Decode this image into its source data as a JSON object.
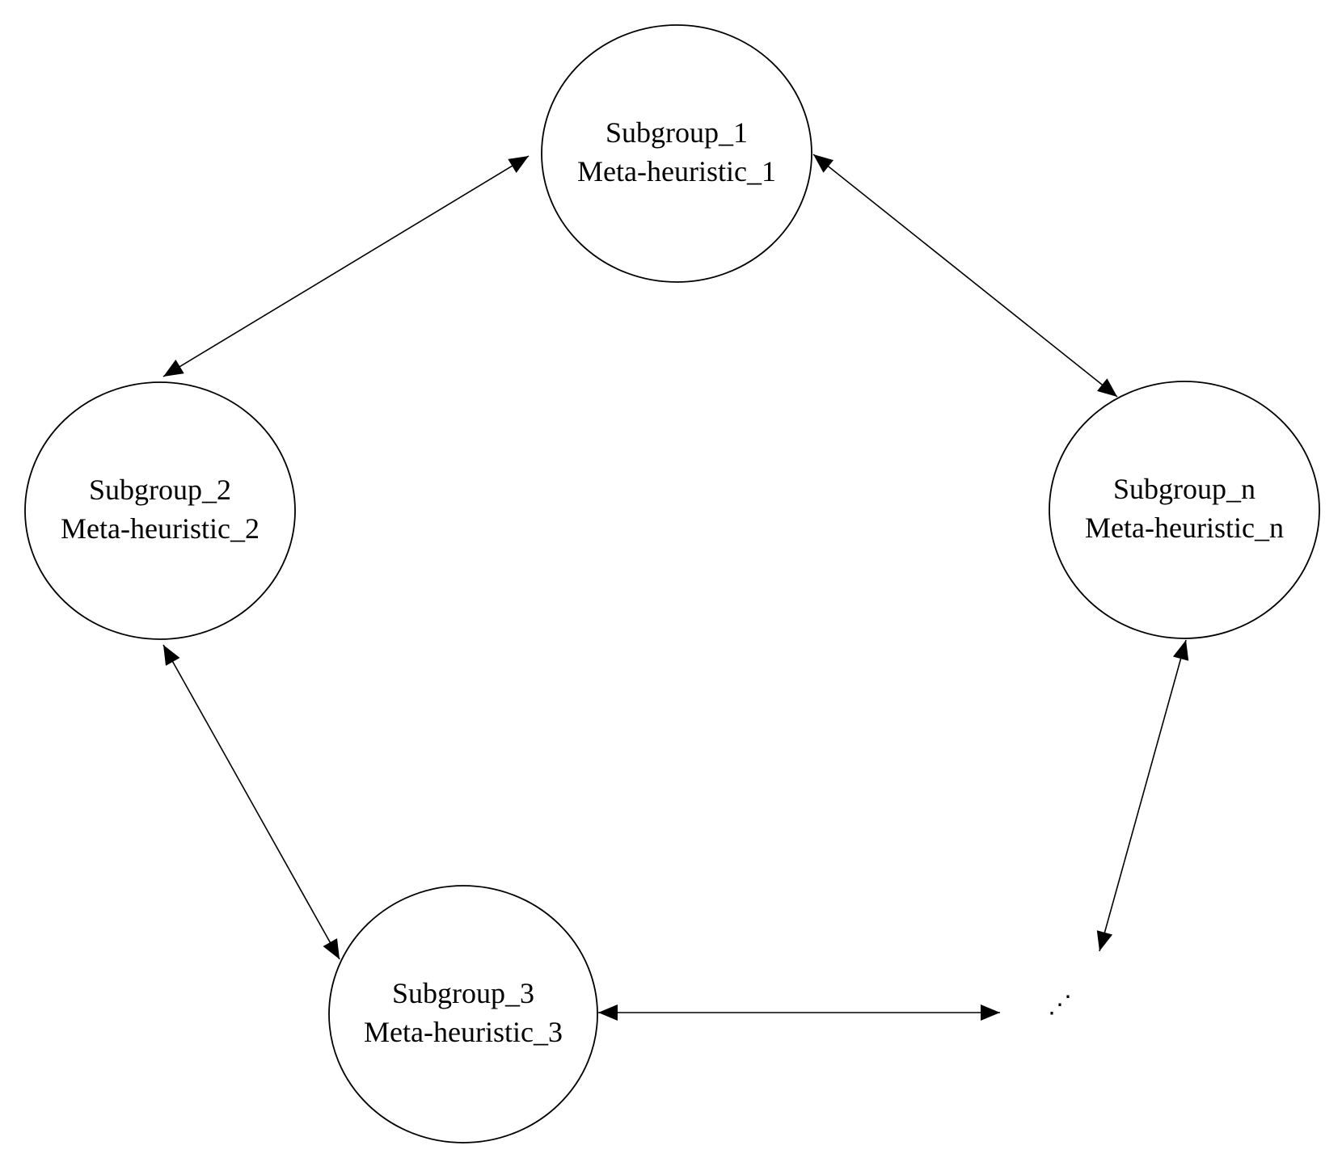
{
  "diagram": {
    "type": "ring-topology",
    "nodes": [
      {
        "id": "n1",
        "line1": "Subgroup_1",
        "line2": "Meta-heuristic_1"
      },
      {
        "id": "n2",
        "line1": "Subgroup_2",
        "line2": "Meta-heuristic_2"
      },
      {
        "id": "n3",
        "line1": "Subgroup_3",
        "line2": "Meta-heuristic_3"
      },
      {
        "id": "nn",
        "line1": "Subgroup_n",
        "line2": "Meta-heuristic_n"
      }
    ],
    "ellipsis": "⋰",
    "edges": [
      {
        "from": "n1",
        "to": "n2",
        "direction": "both"
      },
      {
        "from": "n2",
        "to": "n3",
        "direction": "both"
      },
      {
        "from": "n3",
        "to": "ellipsis",
        "direction": "both"
      },
      {
        "from": "ellipsis",
        "to": "nn",
        "direction": "both"
      },
      {
        "from": "nn",
        "to": "n1",
        "direction": "both"
      }
    ],
    "colors": {
      "stroke": "#000000",
      "fill": "#ffffff"
    }
  }
}
